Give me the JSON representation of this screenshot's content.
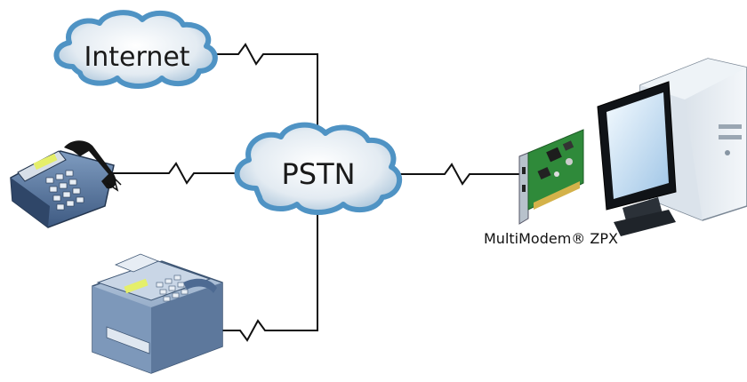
{
  "network": {
    "internet_label": "Internet",
    "pstn_label": "PSTN"
  },
  "devices": {
    "telephone": {
      "icon": "telephone-icon"
    },
    "fax": {
      "icon": "fax-machine-icon"
    },
    "modem_card": {
      "icon": "modem-card-icon"
    },
    "computer": {
      "icon": "desktop-computer-icon"
    },
    "modem_caption": "MultiModem® ZPX"
  },
  "colors": {
    "line": "#111111",
    "cloud_fill": "#dde8f0",
    "cloud_edge": "#4f93c4",
    "pcb_green": "#2f8a3a",
    "device_blue": "#5f7fa8"
  }
}
